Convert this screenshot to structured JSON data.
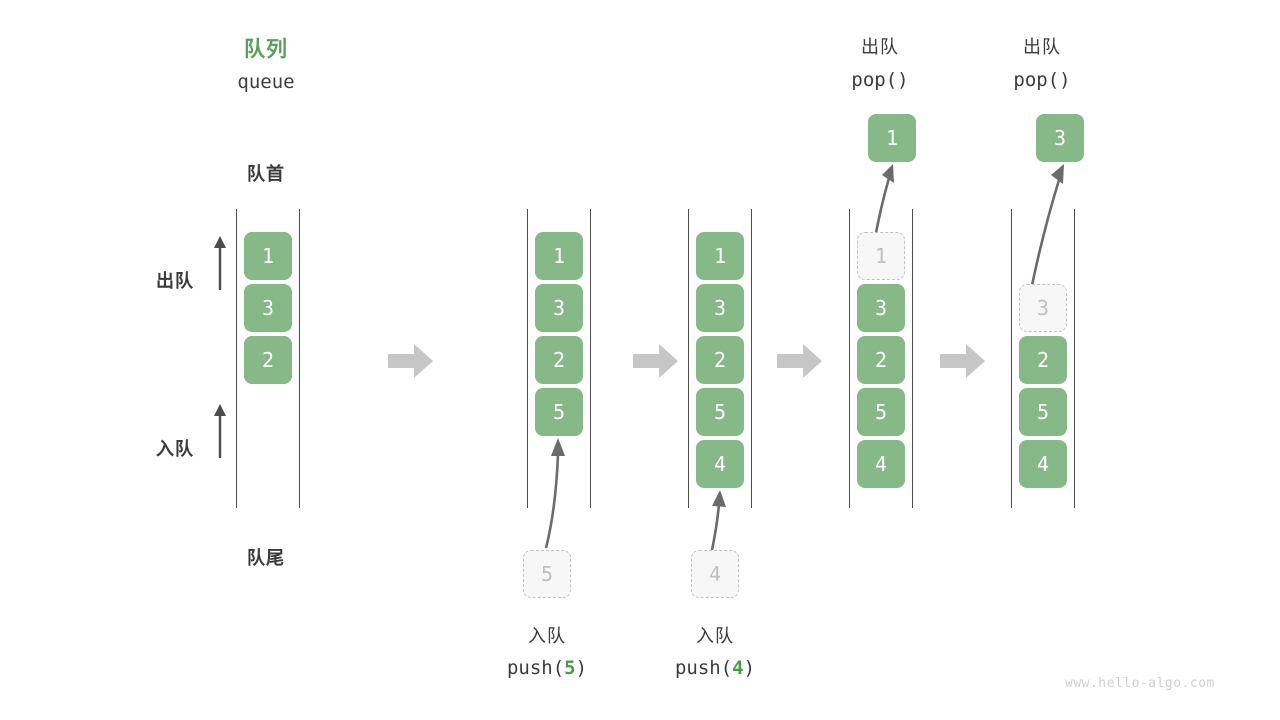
{
  "header": {
    "title_cn": "队列",
    "title_en": "queue",
    "accent_color": "#58a158"
  },
  "side_labels": {
    "front": "队首",
    "rear": "队尾",
    "dequeue": "出队",
    "enqueue": "入队"
  },
  "watermark": "www.hello-algo.com",
  "colors": {
    "cell_fill": "#86b987",
    "cell_text": "#ffffff",
    "ghost_fill": "#f7f7f7",
    "ghost_border": "#c2c2c2",
    "ghost_text": "#c0c0c0",
    "rail": "#4c4c4c",
    "step_arrow": "#c6c6c6",
    "curve_arrow": "#6b6b6b",
    "watermark": "#cfcfcf"
  },
  "chart_data": {
    "type": "diagram",
    "title": "队列 queue",
    "description": "Queue push/pop operation sequence shown as five successive states",
    "states": [
      {
        "id": "state-0",
        "cells": [
          "1",
          "3",
          "2"
        ],
        "ghost_slot_index": null,
        "incoming_ghost": null,
        "popped": null,
        "caption_cn": null,
        "caption_code": null
      },
      {
        "id": "state-1",
        "cells": [
          "1",
          "3",
          "2",
          "5"
        ],
        "ghost_slot_index": null,
        "incoming_ghost": "5",
        "popped": null,
        "caption_cn": "入队",
        "caption_code": "push(5)",
        "caption_arg": "5"
      },
      {
        "id": "state-2",
        "cells": [
          "1",
          "3",
          "2",
          "5",
          "4"
        ],
        "ghost_slot_index": null,
        "incoming_ghost": "4",
        "popped": null,
        "caption_cn": "入队",
        "caption_code": "push(4)",
        "caption_arg": "4"
      },
      {
        "id": "state-3",
        "cells": [
          "1",
          "3",
          "2",
          "5",
          "4"
        ],
        "ghost_slot_index": 0,
        "incoming_ghost": null,
        "popped": "1",
        "header_cn": "出队",
        "header_code": "pop()"
      },
      {
        "id": "state-4",
        "cells": [
          "",
          "3",
          "2",
          "5",
          "4"
        ],
        "ghost_slot_index": 1,
        "incoming_ghost": null,
        "popped": "3",
        "header_cn": "出队",
        "header_code": "pop()"
      }
    ]
  },
  "cells": {
    "c0": {
      "v0": "1",
      "v1": "3",
      "v2": "2"
    },
    "c1": {
      "v0": "1",
      "v1": "3",
      "v2": "2",
      "v3": "5",
      "ghost": "5"
    },
    "c2": {
      "v0": "1",
      "v1": "3",
      "v2": "2",
      "v3": "5",
      "v4": "4",
      "ghost": "4"
    },
    "c3": {
      "v0": "1",
      "v1": "3",
      "v2": "2",
      "v3": "5",
      "v4": "4",
      "popped": "1"
    },
    "c4": {
      "v1": "3",
      "v2": "2",
      "v3": "5",
      "v4": "4",
      "popped": "3"
    }
  },
  "captions": {
    "push5_cn": "入队",
    "push5_code_pre": "push(",
    "push5_code_arg": "5",
    "push5_code_post": ")",
    "push4_cn": "入队",
    "push4_code_pre": "push(",
    "push4_code_arg": "4",
    "push4_code_post": ")",
    "pop_cn_1": "出队",
    "pop_code_1": "pop()",
    "pop_cn_2": "出队",
    "pop_code_2": "pop()"
  }
}
